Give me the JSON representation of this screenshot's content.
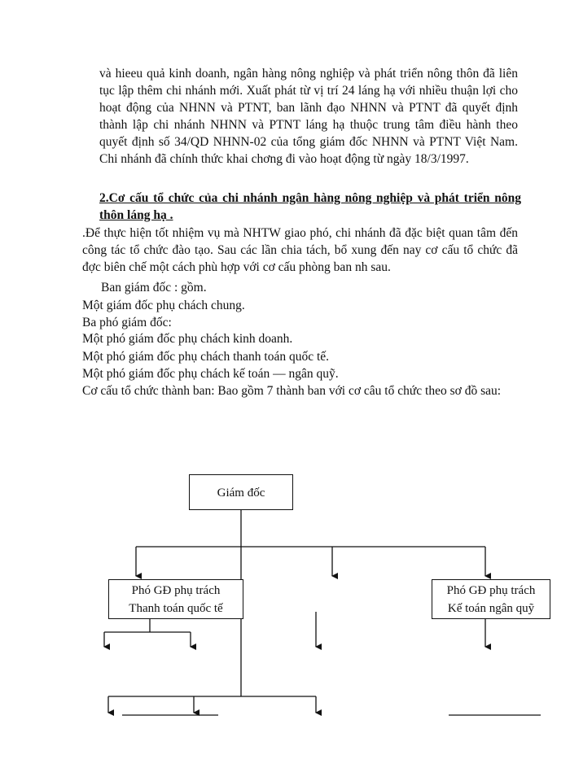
{
  "paragraph_intro": "và hieeu quả kinh doanh, ngân hàng nông nghiệp và phát triển nông thôn đã liên tục lập thêm chi nhánh mới. Xuất phát từ vị trí 24 láng hạ với nhiều thuận lợi cho hoạt động của NHNN và PTNT, ban lãnh đạo NHNN và PTNT đã quyết định thành lập chi nhánh NHNN và PTNT láng hạ thuộc trung tâm điều hành theo quyết định số 34/QD NHNN-02 của tổng giám đốc NHNN và PTNT Việt Nam. Chi nhánh đã chính thức khai chơng   đi vào hoạt động từ ngày 18/3/1997.",
  "section_heading": "2.Cơ cấu tổ chức của chi nhánh ngân hàng nông nghiệp và phát triển nông thôn láng hạ .",
  "paragraph_org": ".Để thực hiện tốt nhiệm vụ mà NHTW giao phó, chi nhánh đã đặc biệt quan tâm đến công tác tổ chức đào tạo. Sau các lần chia tách, bổ xung đến nay cơ cấu tổ chức đã đợc   biên chế một cách phù hợp với cơ cấu phòng ban nh   sau.",
  "board_title": "Ban giám đốc : gồm.",
  "director_line": "Một giám đốc phụ chách chung.",
  "deputies_line": "Ba phó giám đốc:",
  "deputy_items": [
    "Một   phó giám đốc phụ chách kinh doanh.",
    "Một   phó giám đốc phụ chách thanh toán quốc tế.",
    "Một   phó giám đốc phụ chách kế toán — ngân quỹ."
  ],
  "paragraph_structure": "Cơ cấu tổ chức thành ban: Bao gồm 7 thành ban với cơ câu tổ chức theo sơ đồ sau:",
  "org_chart": {
    "director_box": "Giám đốc",
    "left_deputy_box": [
      "Phó GĐ phụ trách",
      "Thanh toán quốc tế"
    ],
    "right_deputy_box": [
      "Phó GĐ phụ trách",
      "Kế toán ngân quỹ"
    ]
  }
}
